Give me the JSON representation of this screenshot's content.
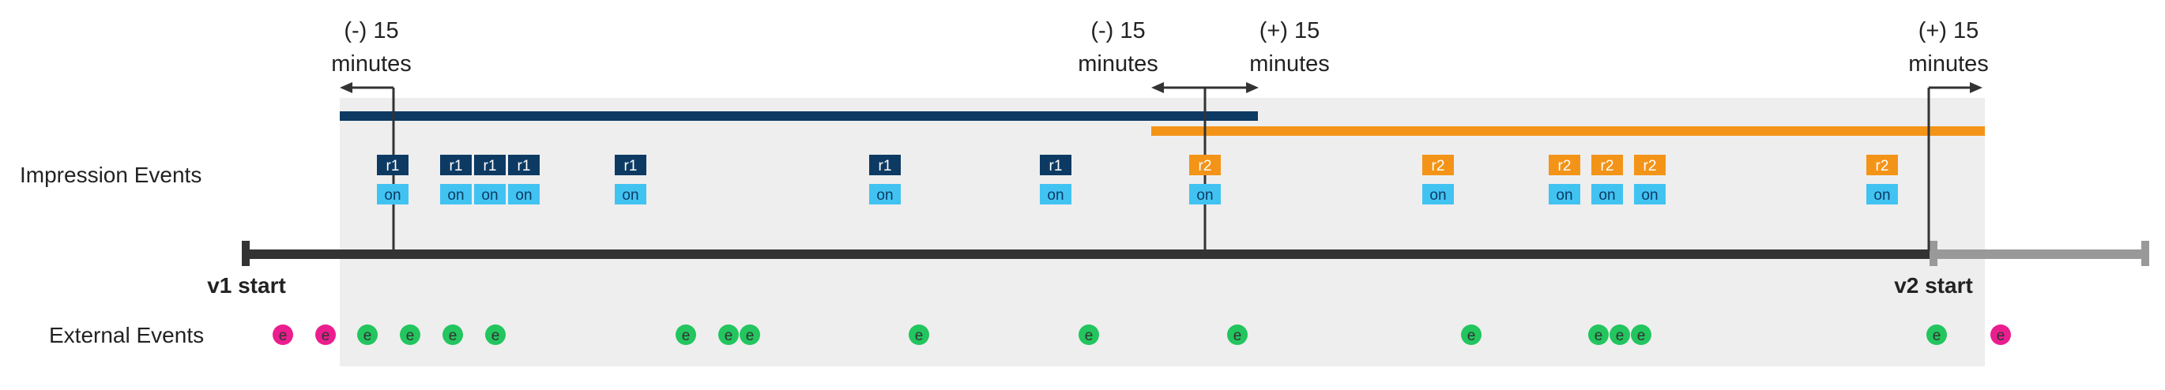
{
  "labels": {
    "impression_events": "Impression Events",
    "external_events": "External Events",
    "v1_start": "v1 start",
    "v2_start": "v2 start"
  },
  "windows": [
    {
      "sign": "(-) 15",
      "unit": "minutes"
    },
    {
      "sign": "(-) 15",
      "unit": "minutes"
    },
    {
      "sign": "(+) 15",
      "unit": "minutes"
    },
    {
      "sign": "(+) 15",
      "unit": "minutes"
    }
  ],
  "impression_events": [
    {
      "tag": "r1",
      "state": "on"
    },
    {
      "tag": "r1",
      "state": "on"
    },
    {
      "tag": "r1",
      "state": "on"
    },
    {
      "tag": "r1",
      "state": "on"
    },
    {
      "tag": "r1",
      "state": "on"
    },
    {
      "tag": "r1",
      "state": "on"
    },
    {
      "tag": "r1",
      "state": "on"
    },
    {
      "tag": "r2",
      "state": "on"
    },
    {
      "tag": "r2",
      "state": "on"
    },
    {
      "tag": "r2",
      "state": "on"
    },
    {
      "tag": "r2",
      "state": "on"
    },
    {
      "tag": "r2",
      "state": "on"
    },
    {
      "tag": "r2",
      "state": "on"
    }
  ],
  "external_events": [
    {
      "label": "e",
      "kind": "outside"
    },
    {
      "label": "e",
      "kind": "outside"
    },
    {
      "label": "e",
      "kind": "inside"
    },
    {
      "label": "e",
      "kind": "inside"
    },
    {
      "label": "e",
      "kind": "inside"
    },
    {
      "label": "e",
      "kind": "inside"
    },
    {
      "label": "e",
      "kind": "inside"
    },
    {
      "label": "e",
      "kind": "inside"
    },
    {
      "label": "e",
      "kind": "inside"
    },
    {
      "label": "e",
      "kind": "inside"
    },
    {
      "label": "e",
      "kind": "inside"
    },
    {
      "label": "e",
      "kind": "inside"
    },
    {
      "label": "e",
      "kind": "inside"
    },
    {
      "label": "e",
      "kind": "inside"
    },
    {
      "label": "e",
      "kind": "inside"
    },
    {
      "label": "e",
      "kind": "inside"
    },
    {
      "label": "e",
      "kind": "inside"
    },
    {
      "label": "e",
      "kind": "outside"
    }
  ],
  "colors": {
    "r1": "#0d3a63",
    "r2": "#f39418",
    "on": "#41c3f2",
    "inside_event": "#22c55e",
    "outside_event": "#ea1e8f",
    "axis_v1": "#333333",
    "axis_v2": "#999999",
    "window_bg": "#eeeeee"
  }
}
